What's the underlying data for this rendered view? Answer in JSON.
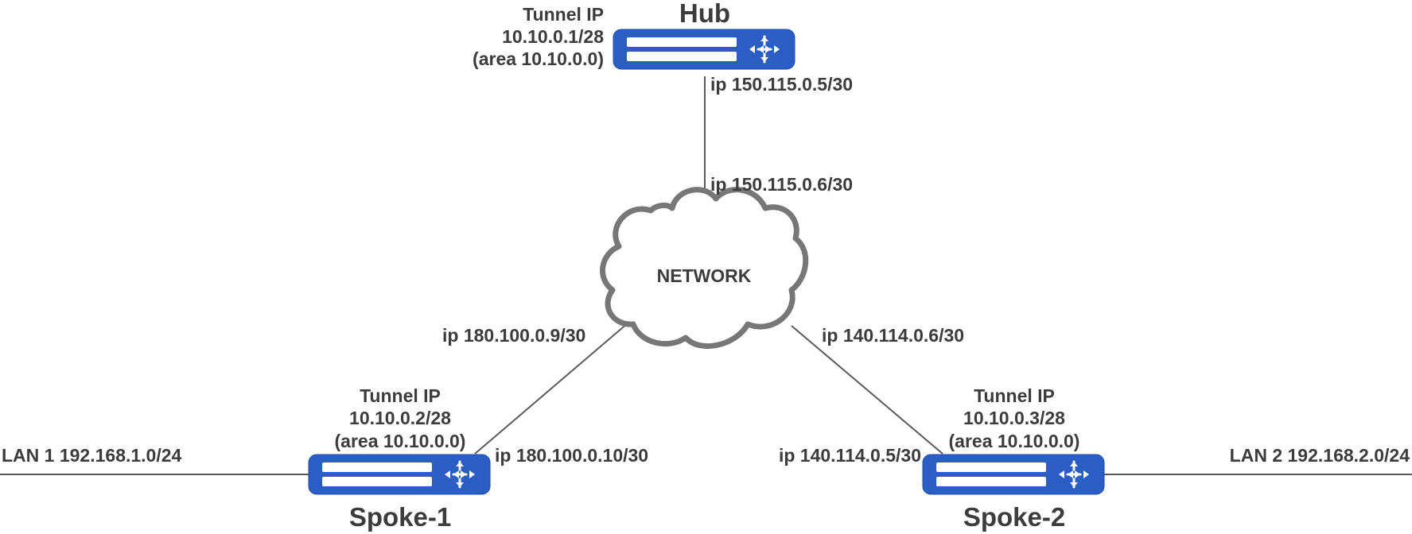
{
  "devices": {
    "hub": {
      "name": "Hub",
      "tunnel_label": "Tunnel IP",
      "tunnel_ip": "10.10.0.1/28",
      "area": "(area 10.10.0.0)",
      "wan_ip": "ip 150.115.0.5/30"
    },
    "spoke1": {
      "name": "Spoke-1",
      "tunnel_label": "Tunnel IP",
      "tunnel_ip": "10.10.0.2/28",
      "area": "(area 10.10.0.0)",
      "wan_ip": "ip 180.100.0.10/30",
      "lan": "LAN 1 192.168.1.0/24"
    },
    "spoke2": {
      "name": "Spoke-2",
      "tunnel_label": "Tunnel IP",
      "tunnel_ip": "10.10.0.3/28",
      "area": "(area 10.10.0.0)",
      "wan_ip": "ip 140.114.0.5/30",
      "lan": "LAN 2 192.168.2.0/24"
    }
  },
  "network": {
    "label": "NETWORK",
    "hub_side_ip": "ip 150.115.0.6/30",
    "spoke1_side_ip": "ip 180.100.0.9/30",
    "spoke2_side_ip": "ip 140.114.0.6/30"
  },
  "colors": {
    "router": "#2a5ec4",
    "router_slot": "#ffffff",
    "line": "#5a5a5a",
    "cloud_stroke": "#777777",
    "text": "#3c3c3c"
  },
  "icons": {
    "router": "router-icon",
    "cloud": "cloud-icon",
    "arrows": "four-arrows-icon"
  }
}
